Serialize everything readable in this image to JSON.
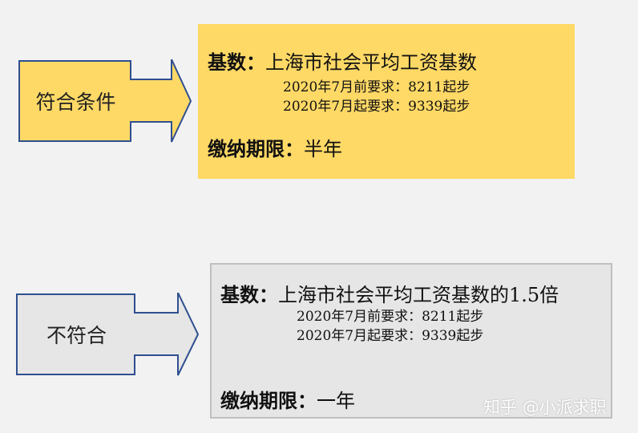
{
  "top": {
    "arrow_label": "符合条件",
    "title_key": "基数：",
    "title_value": "上海市社会平均工资基数",
    "req_before": "2020年7月前要求：8211起步",
    "req_after": "2020年7月起要求：9339起步",
    "period_key": "缴纳期限：",
    "period_value": "半年"
  },
  "bottom": {
    "arrow_label": "不符合",
    "title_key": "基数：",
    "title_value": "上海市社会平均工资基数的1.5倍",
    "req_before": "2020年7月前要求：8211起步",
    "req_after": "2020年7月起要求：9339起步",
    "period_key": "缴纳期限：",
    "period_value": "一年"
  },
  "watermark": "知乎 @小派求职",
  "colors": {
    "top_arrow_fill": "#ffd966",
    "bottom_arrow_fill": "#e6e6e6",
    "arrow_stroke": "#2f4f8f",
    "top_box_fill": "#ffd966",
    "bottom_box_fill": "#e6e6e6"
  }
}
